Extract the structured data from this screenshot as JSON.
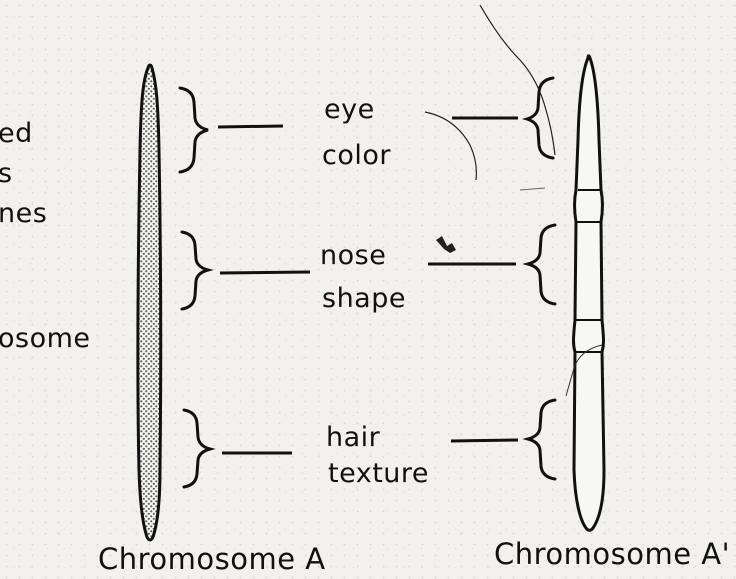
{
  "left_margin_fragments": [
    "ed",
    "s",
    "nes",
    "osome"
  ],
  "genes": [
    {
      "line1": "eye",
      "line2": "color"
    },
    {
      "line1": "nose",
      "line2": "shape"
    },
    {
      "line1": "hair",
      "line2": "texture"
    }
  ],
  "captions": {
    "left": "Chromosome A",
    "right": "Chromosome A'"
  },
  "colors": {
    "ink": "#111111",
    "paper": "#f2f1ee",
    "stipple": "#6b6b6b"
  }
}
